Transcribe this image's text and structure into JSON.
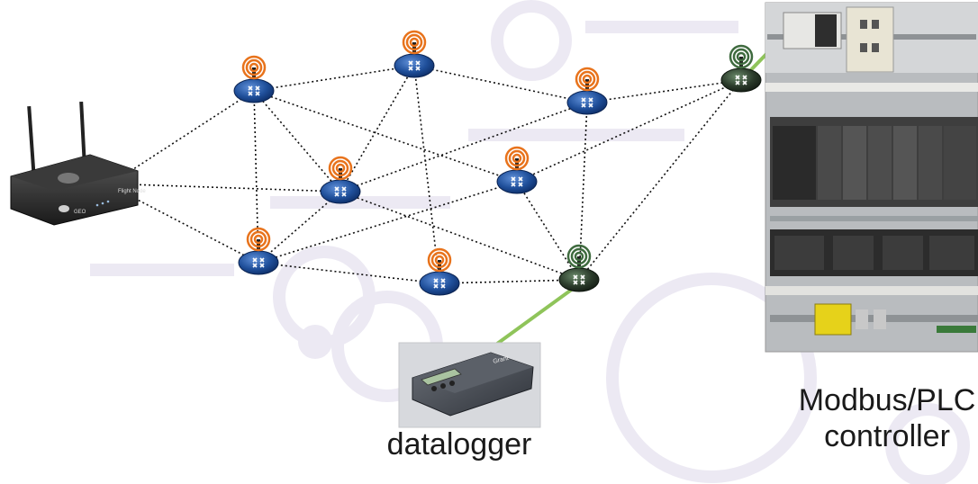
{
  "labels": {
    "datalogger": "datalogger",
    "plc_line1": "Modbus/PLC",
    "plc_line2": "controller"
  },
  "router_text": {
    "brand": "GEO",
    "model": "Flight Node"
  },
  "datalogger_text": {
    "brand": "Grant"
  },
  "colors": {
    "mesh_node": "#1f4f9a",
    "mesh_signal": "#e8731c",
    "gateway_node": "#2b3b2b",
    "gateway_signal": "#3f6b3f",
    "wired_link": "#8fc45a",
    "link": "#111111"
  },
  "icons": {
    "router": "wireless-router-icon",
    "mesh_node": "mesh-node-icon",
    "gateway_node": "gateway-node-icon",
    "datalogger": "datalogger-device-image",
    "plc": "plc-cabinet-image"
  }
}
